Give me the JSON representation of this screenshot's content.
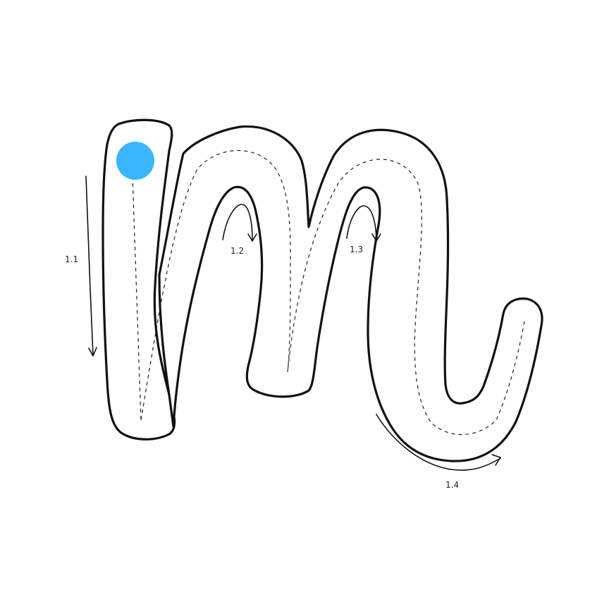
{
  "colors": {
    "start_dot": "#38b6ff",
    "outline": "#111111",
    "background": "#ffffff"
  },
  "steps": [
    {
      "id": "1.1",
      "label": "1.1"
    },
    {
      "id": "1.2",
      "label": "1.2"
    },
    {
      "id": "1.3",
      "label": "1.3"
    },
    {
      "id": "1.4",
      "label": "1.4"
    }
  ]
}
